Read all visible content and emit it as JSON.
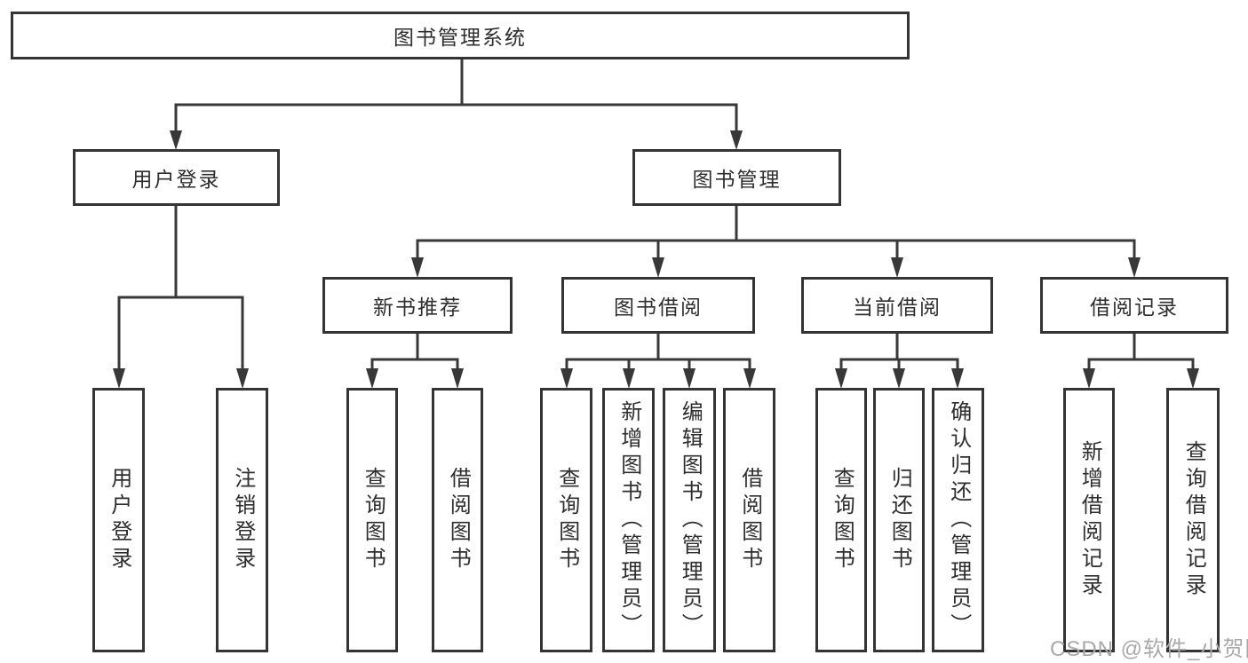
{
  "tree": {
    "label": "图书管理系统",
    "children": [
      {
        "label": "用户登录",
        "children": [
          {
            "label": "用户登录"
          },
          {
            "label": "注销登录"
          }
        ]
      },
      {
        "label": "图书管理",
        "children": [
          {
            "label": "新书推荐",
            "children": [
              {
                "label": "查询图书"
              },
              {
                "label": "借阅图书"
              }
            ]
          },
          {
            "label": "图书借阅",
            "children": [
              {
                "label": "查询图书"
              },
              {
                "label": "新增图书（管理员）"
              },
              {
                "label": "编辑图书（管理员）"
              },
              {
                "label": "借阅图书"
              }
            ]
          },
          {
            "label": "当前借阅",
            "children": [
              {
                "label": "查询图书"
              },
              {
                "label": "归还图书"
              },
              {
                "label": "确认归还（管理员）"
              }
            ]
          },
          {
            "label": "借阅记录",
            "children": [
              {
                "label": "新增借阅记录"
              },
              {
                "label": "查询借阅记录"
              }
            ]
          }
        ]
      }
    ]
  },
  "watermark": {
    "text": "CSDN @软件_小贺同学"
  },
  "colors": {
    "line": "#383838",
    "box_border": "#343434",
    "text": "#2e2e2e",
    "watermark": "#a9a9a9",
    "background": "#ffffff"
  }
}
